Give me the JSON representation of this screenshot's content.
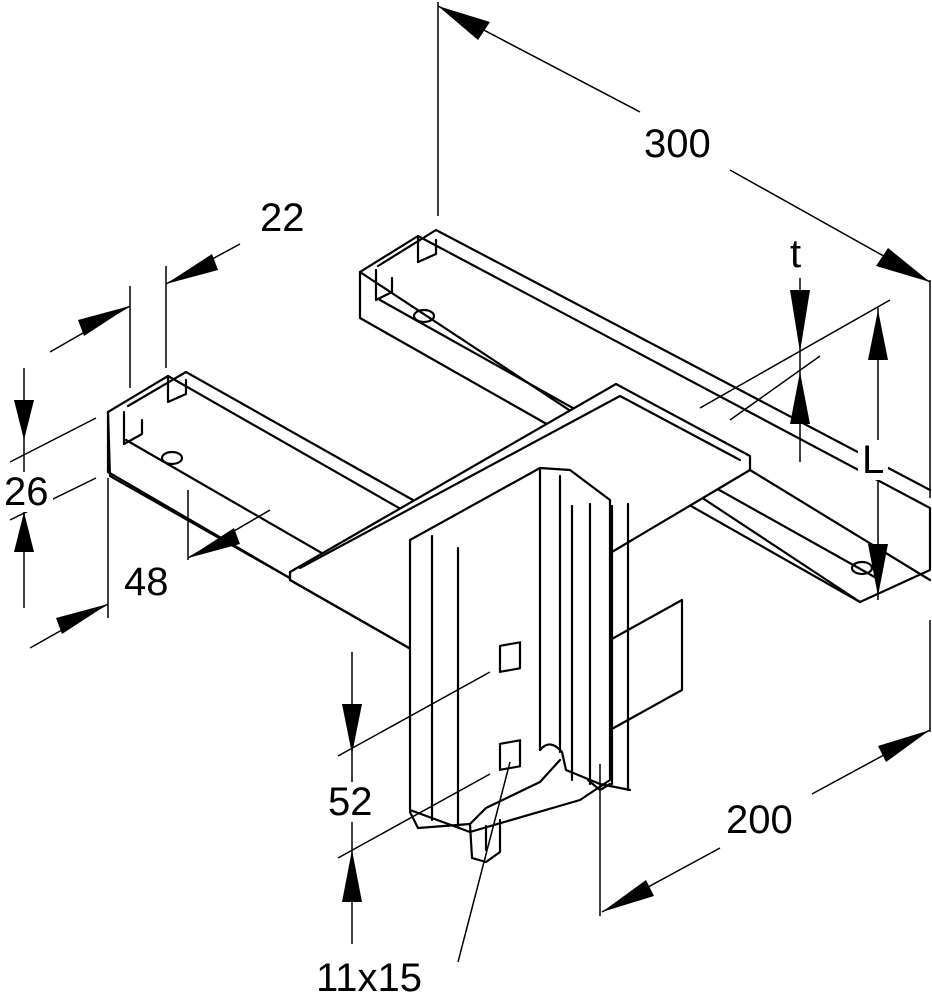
{
  "dimensions": {
    "length_300": "300",
    "width_22": "22",
    "thickness_t": "t",
    "length_L": "L",
    "height_26": "26",
    "width_48": "48",
    "spacing_52": "52",
    "width_200": "200",
    "slot_11x15": "11x15"
  }
}
